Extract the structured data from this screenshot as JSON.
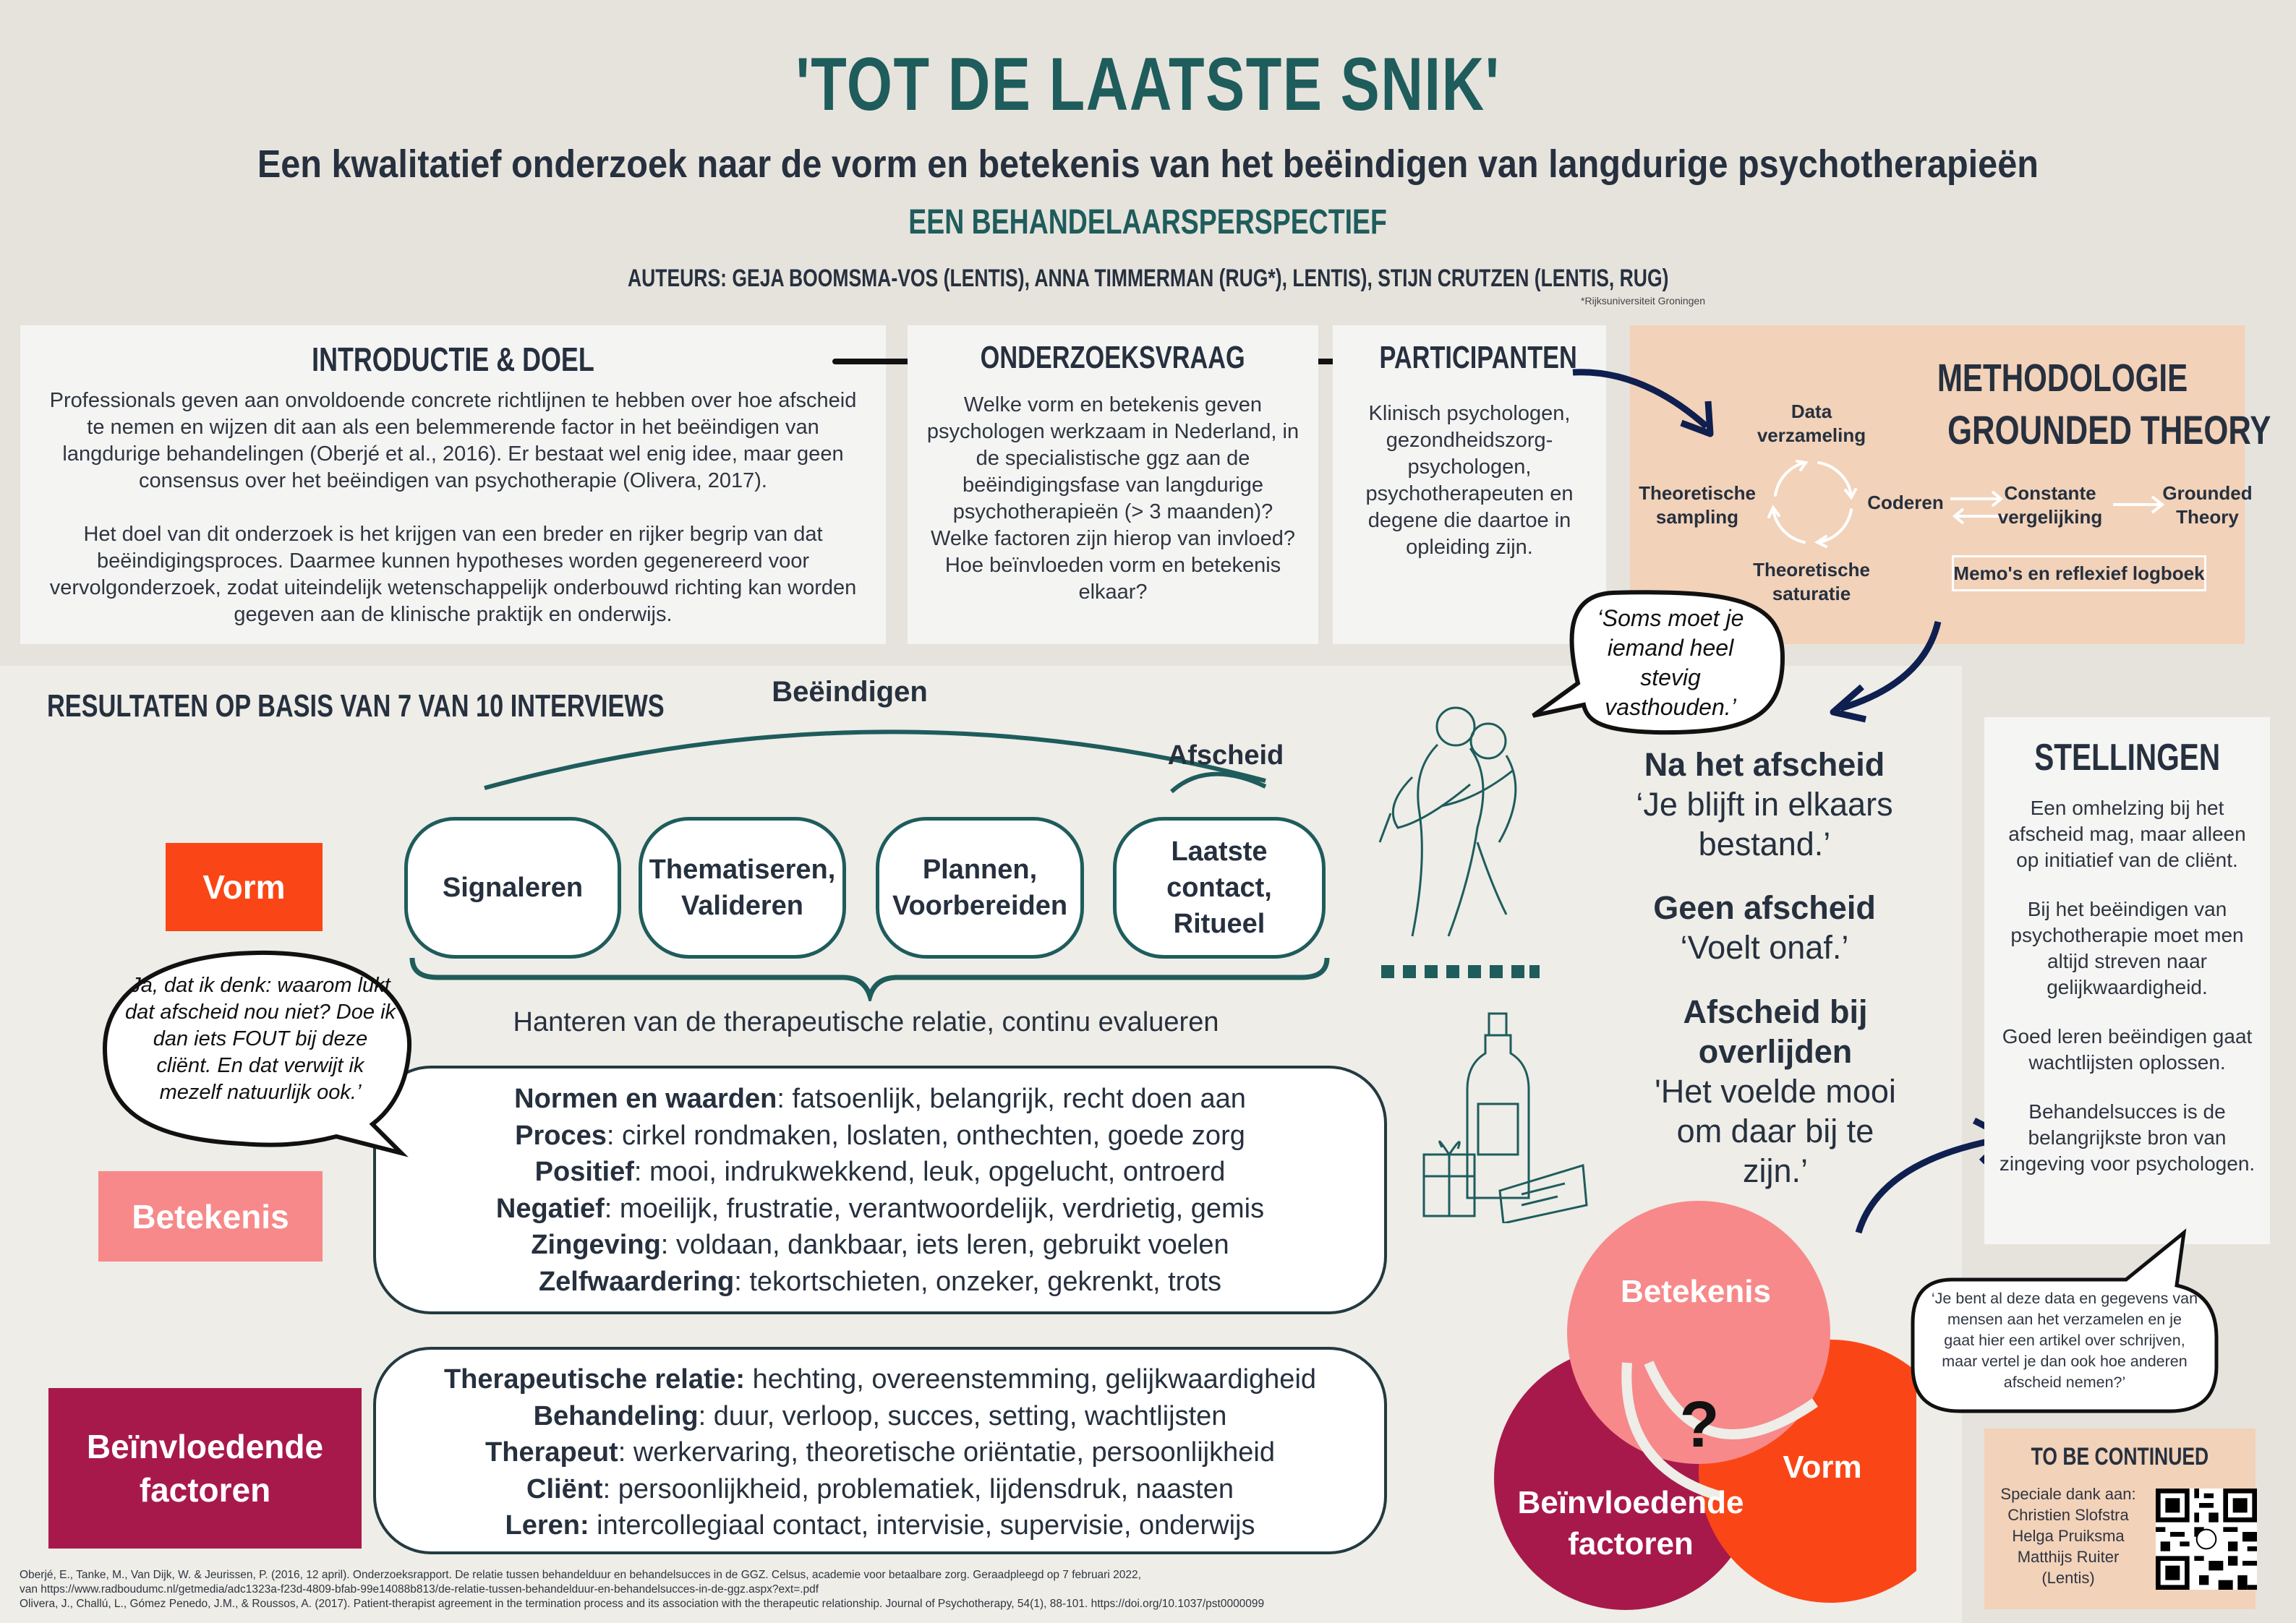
{
  "header": {
    "title": "'TOT DE LAATSTE SNIK'",
    "subtitle": "Een kwalitatief onderzoek naar de vorm en betekenis van het beëindigen van langdurige psychotherapieën",
    "perspective": "EEN BEHANDELAARSPERSPECTIEF",
    "authors": "AUTEURS: GEJA BOOMSMA-VOS (LENTIS), ANNA TIMMERMAN (RUG*), LENTIS), STIJN CRUTZEN (LENTIS, RUG)",
    "footnote": "*Rijksuniversiteit Groningen"
  },
  "intro": {
    "heading": "INTRODUCTIE & DOEL",
    "p1": "Professionals geven aan onvoldoende concrete richtlijnen te hebben over hoe afscheid te nemen en wijzen dit aan als een belemmerende factor in het beëindigen van langdurige behandelingen (Oberjé et al., 2016). Er bestaat wel enig idee, maar geen consensus over het beëindigen van psychotherapie (Olivera, 2017).",
    "p2": "Het doel van dit onderzoek is het krijgen van een breder en rijker begrip van dat beëindigingsproces. Daarmee kunnen hypotheses worden gegenereerd voor vervolgonderzoek, zodat uiteindelijk wetenschappelijk onderbouwd richting kan worden gegeven aan de klinische praktijk en onderwijs."
  },
  "question": {
    "heading": "ONDERZOEKSVRAAG",
    "text": "Welke vorm en betekenis geven psychologen werkzaam in Nederland, in de specialistische ggz aan de beëindigingsfase van langdurige psychotherapieën (> 3 maanden)? Welke factoren zijn hierop van invloed? Hoe beïnvloeden vorm en betekenis elkaar?"
  },
  "participants": {
    "heading": "PARTICIPANTEN",
    "text": "Klinisch psychologen, gezondheidszorg-psychologen, psychotherapeuten en degene die daartoe in opleiding zijn."
  },
  "method": {
    "heading1": "METHODOLOGIE",
    "heading2": "GROUNDED THEORY",
    "cycle": [
      "Data verzameling",
      "Coderen",
      "Theoretische saturatie",
      "Theoretische sampling"
    ],
    "constant": "Constante vergelijking",
    "result": "Grounded Theory",
    "memo": "Memo's en reflexief logboek"
  },
  "results": {
    "heading": "RESULTATEN OP BASIS VAN 7 VAN 10 INTERVIEWS",
    "ending_label": "Beëindigen",
    "farewell_label": "Afscheid",
    "phases": [
      "Signaleren",
      "Thematiseren, Valideren",
      "Plannen, Voorbereiden",
      "Laatste contact, Ritueel"
    ],
    "continuous": "Hanteren van de therapeutische relatie, continu evalueren",
    "vorm": "Vorm",
    "betekenis": "Betekenis",
    "factoren": "Beïnvloedende factoren",
    "meaning_items": [
      {
        "k": "Normen en waarden",
        "v": ": fatsoenlijk, belangrijk, recht doen aan"
      },
      {
        "k": "Proces",
        "v": ": cirkel rondmaken, loslaten, onthechten, goede zorg"
      },
      {
        "k": "Positief",
        "v": ": mooi, indrukwekkend, leuk, opgelucht, ontroerd"
      },
      {
        "k": "Negatief",
        "v": ": moeilijk, frustratie, verantwoordelijk, verdrietig, gemis"
      },
      {
        "k": "Zingeving",
        "v": ": voldaan, dankbaar, iets leren, gebruikt voelen"
      },
      {
        "k": "Zelfwaardering",
        "v": ": tekortschieten, onzeker, gekrenkt, trots"
      }
    ],
    "factor_items": [
      {
        "k": "Therapeutische relatie:",
        "v": " hechting, overeenstemming, gelijkwaardigheid"
      },
      {
        "k": "Behandeling",
        "v": ": duur, verloop, succes, setting, wachtlijsten"
      },
      {
        "k": "Therapeut",
        "v": ": werkervaring, theoretische oriëntatie, persoonlijkheid"
      },
      {
        "k": "Cliënt",
        "v": ": persoonlijkheid, problematiek, lijdensdruk, naasten"
      },
      {
        "k": "Leren:",
        "v": " intercollegiaal contact, intervisie, supervisie, onderwijs"
      }
    ],
    "quote_left": "Ja, dat ik denk: waarom lukt dat afscheid nou niet? Doe ik dan iets FOUT bij deze cliënt. En dat verwijt ik mezelf natuurlijk ook.’",
    "quote_hug": "‘Soms moet je iemand heel stevig vasthouden.’"
  },
  "outcomes": [
    {
      "title": "Na het afscheid",
      "quote": "‘Je blijft in elkaars bestand.’"
    },
    {
      "title": "Geen afscheid",
      "quote": "‘Voelt onaf.’"
    },
    {
      "title": "Afscheid bij overlijden",
      "quote": "'Het voelde mooi om daar bij te zijn.’"
    }
  ],
  "venn": {
    "betekenis": "Betekenis",
    "vorm": "Vorm",
    "factoren": "Beïnvloedende factoren",
    "center": "?"
  },
  "stellingen": {
    "heading": "STELLINGEN",
    "items": [
      "Een omhelzing bij het afscheid mag, maar alleen op initiatief van de cliënt.",
      "Bij het beëindigen van psychotherapie moet men altijd streven naar gelijkwaardigheid.",
      "Goed leren beëindigen gaat wachtlijsten oplossen.",
      "Behandelsucces is de belangrijkste bron van zingeving voor psychologen."
    ]
  },
  "quote_right": "‘Je bent al deze data en gegevens van mensen aan het verzamelen en je gaat hier een artikel over schrijven, maar vertel je dan ook hoe anderen afscheid nemen?’",
  "continued": {
    "heading": "TO BE CONTINUED",
    "thanks": [
      "Speciale dank aan:",
      "Christien Slofstra",
      "Helga Pruiksma",
      "Matthijs Ruiter",
      "(Lentis)"
    ]
  },
  "references": [
    "Oberjé, E., Tanke, M., Van Dijk, W. & Jeurissen, P. (2016, 12 april). Onderzoeksrapport. De relatie tussen behandelduur en behandelsucces in de GGZ. Celsus, academie voor betaalbare zorg. Geraadpleegd op 7 februari 2022,",
    "van https://www.radboudumc.nl/getmedia/adc1323a-f23d-4809-bfab-99e14088b813/de-relatie-tussen-behandelduur-en-behandelsucces-in-de-ggz.aspx?ext=.pdf",
    "Olivera, J., Challú, L., Gómez Penedo, J.M., & Roussos, A. (2017). Patient-therapist agreement in the termination process and its association with the therapeutic relationship. Journal of Psychotherapy, 54(1), 88-101. https://doi.org/10.1037/pst0000099"
  ],
  "colors": {
    "teal": "#1f5c5c",
    "navy": "#26303e",
    "vorm": "#fa4616",
    "betekenis": "#f7898a",
    "factoren": "#a8194b",
    "peach": "#f2d2b9"
  }
}
